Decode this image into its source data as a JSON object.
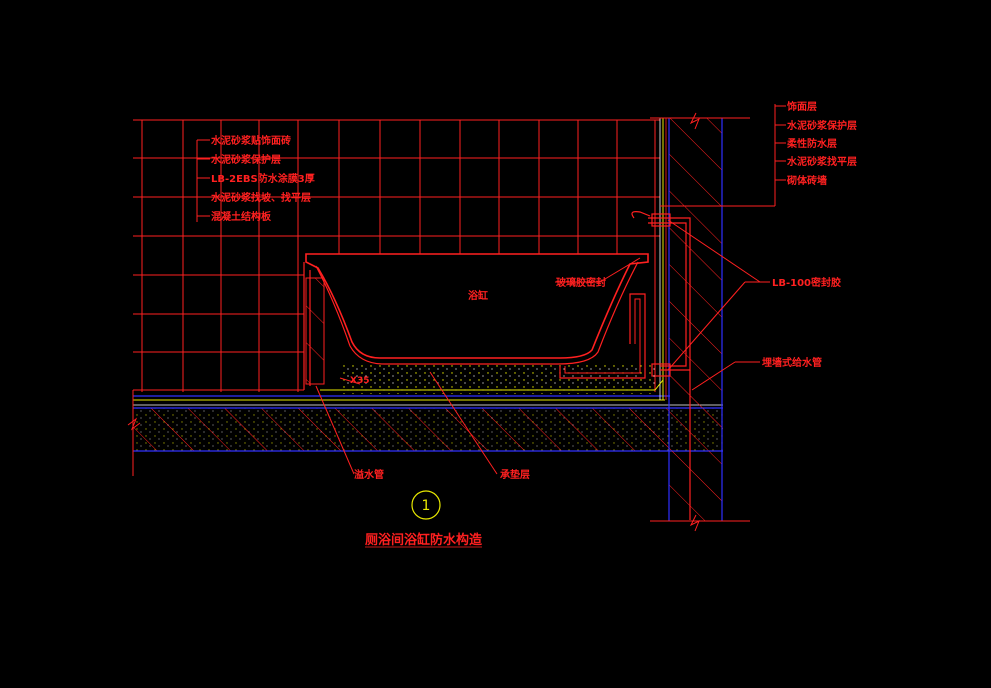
{
  "title": "厕浴间浴缸防水构造",
  "detail_number": "1",
  "left_layers": [
    "水泥砂浆贴饰面砖",
    "水泥砂浆保护层",
    "LB-2EBS防水涂膜3厚",
    "水泥砂浆找坡、找平层",
    "混凝土结构板"
  ],
  "right_layers": [
    "饰面层",
    "水泥砂浆保护层",
    "柔性防水层",
    "水泥砂浆找平层",
    "砌体砖墙"
  ],
  "labels": {
    "bathtub": "浴缸",
    "glass_glue": "玻璃胶密封",
    "sealant": "LB-100密封胶",
    "embedded_pipe": "埋墙式给水管",
    "drain_pipe": "溢水管",
    "bedding": "承垫层",
    "dim": "X35"
  },
  "colors": {
    "background": "#000000",
    "line_red": "#ff2020",
    "line_blue": "#3030ff",
    "line_yellow": "#e8e800",
    "line_white": "#ffffff",
    "hatch": "#ff2020"
  }
}
